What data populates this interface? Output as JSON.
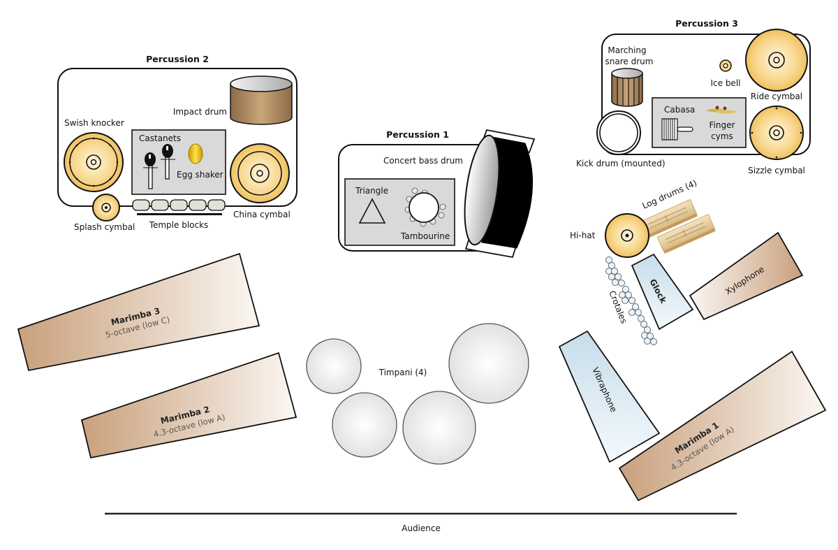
{
  "diagram": {
    "audience_label": "Audience",
    "colors": {
      "cymbal_gold": "#f5c96a",
      "wood_brown": "#c9a07c",
      "metal_blue": "#c9dfec",
      "panel_gray": "#d9d9d9",
      "timpani_gray": "#e6e6e6"
    },
    "percussion1": {
      "title": "Percussion 1",
      "bass_drum": "Concert bass drum",
      "triangle": "Triangle",
      "tambourine": "Tambourine"
    },
    "percussion2": {
      "title": "Percussion 2",
      "impact_drum": "Impact drum",
      "swish_knocker": "Swish knocker",
      "castanets": "Castanets",
      "egg_shaker": "Egg shaker",
      "china_cymbal": "China cymbal",
      "splash_cymbal": "Splash cymbal",
      "temple_blocks": "Temple blocks"
    },
    "percussion3": {
      "title": "Percussion 3",
      "marching_snare_line1": "Marching",
      "marching_snare_line2": "snare drum",
      "ice_bell": "Ice bell",
      "ride_cymbal": "Ride cymbal",
      "cabasa": "Cabasa",
      "finger_cyms_line1": "Finger",
      "finger_cyms_line2": "cyms",
      "kick_drum": "Kick drum (mounted)",
      "sizzle_cymbal": "Sizzle cymbal"
    },
    "right_setup": {
      "log_drums": "Log drums (4)",
      "hi_hat": "Hi-hat",
      "crotales": "Crotales",
      "glock": "Glock",
      "xylophone": "Xylophone",
      "vibraphone": "Vibraphone"
    },
    "marimbas": [
      {
        "name": "Marimba 1",
        "spec": "4.3-octave (low A)"
      },
      {
        "name": "Marimba 2",
        "spec": "4.3-octave (low A)"
      },
      {
        "name": "Marimba 3",
        "spec": "5-octave (low C)"
      }
    ],
    "timpani_label": "Timpani (4)"
  }
}
